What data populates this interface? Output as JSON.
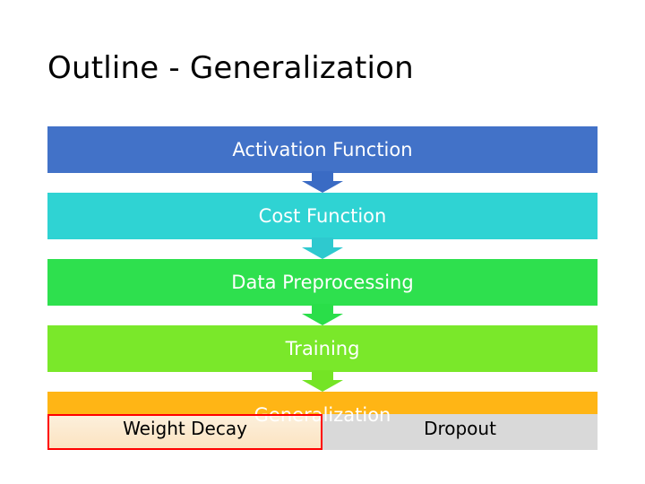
{
  "slide": {
    "title": "Outline - Generalization",
    "background": "#ffffff"
  },
  "chevrons": [
    {
      "label": "Activation Function",
      "color": "#4272c8",
      "arrow_color": "#3a6bc4"
    },
    {
      "label": "Cost Function",
      "color": "#2fd3d3",
      "arrow_color": "#2ec9cf"
    },
    {
      "label": "Data Preprocessing",
      "color": "#2ee04e",
      "arrow_color": "#2ade49"
    },
    {
      "label": "Training",
      "color": "#7ae82a",
      "arrow_color": "#74e425"
    },
    {
      "label": "Generalization",
      "color": "#ffb515",
      "arrow_color": "#ffb515"
    }
  ],
  "bottom_row": {
    "left": {
      "label": "Weight Decay",
      "highlight_color": "#ff0000"
    },
    "right": {
      "label": "Dropout"
    }
  }
}
